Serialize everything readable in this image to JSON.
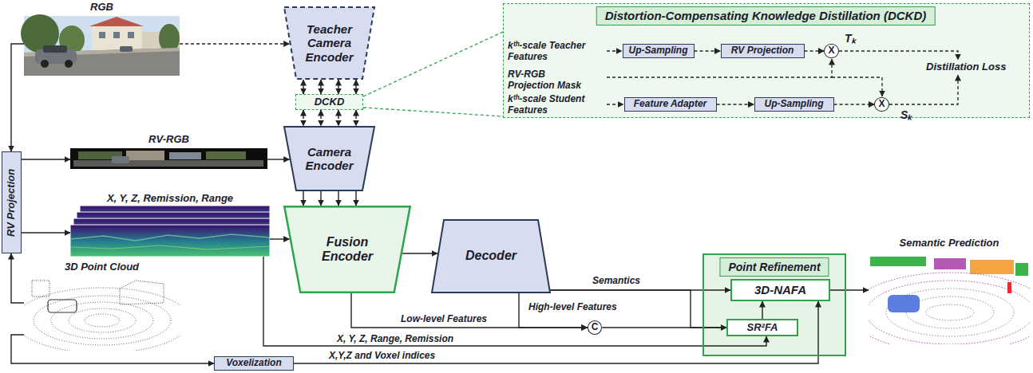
{
  "diagram": {
    "nodes": [
      {
        "text": [
          "RGB"
        ]
      },
      {
        "text": [
          "Teacher Camera Encoder"
        ]
      },
      {
        "text": [
          "Distortion-Compensating Knowledge Distillation (DCKD)"
        ]
      },
      {
        "text": [
          "Up-Sampling"
        ],
        "in": 2
      },
      {
        "text": [
          "RV Projection"
        ],
        "in": 2
      },
      {
        "text": [
          "X"
        ],
        "in": 2
      },
      {
        "text": [
          "Feature Adapter"
        ],
        "in": 2
      },
      {
        "text": [
          "Up-Sampling"
        ],
        "in": 2
      },
      {
        "text": [
          "X"
        ],
        "in": 2
      },
      {
        "text": [
          "DCKD"
        ]
      },
      {
        "text": [
          "RV-RGB"
        ]
      },
      {
        "text": [
          "Camera Encoder"
        ]
      },
      {
        "text": [
          "RV Projection"
        ]
      },
      {
        "text": [
          "X, Y, Z, Remission, Range"
        ]
      },
      {
        "text": [
          "Fusion Encoder"
        ]
      },
      {
        "text": [
          "Decoder"
        ]
      },
      {
        "text": [
          "Point Refinement"
        ]
      },
      {
        "text": [
          "3D-NAFA"
        ],
        "in": 16
      },
      {
        "text": [
          "SR²FA"
        ],
        "in": 16
      },
      {
        "text": [
          "Semantic Prediction"
        ]
      },
      {
        "text": [
          "3D Point Cloud"
        ]
      },
      {
        "text": [
          "C"
        ]
      },
      {
        "text": [
          "Voxelization"
        ]
      }
    ],
    "edges": [
      {
        "from": 0,
        "to": 1,
        "arrow": "to"
      },
      {
        "from": 0,
        "to": 12,
        "arrow": "to"
      },
      {
        "from": 20,
        "to": 12,
        "arrow": "to"
      },
      {
        "from": 12,
        "to": 10,
        "arrow": "to"
      },
      {
        "from": 12,
        "to": 13,
        "arrow": "to"
      },
      {
        "from": 1,
        "to": 9,
        "arrow": "both"
      },
      {
        "from": 9,
        "to": 11,
        "arrow": "both"
      },
      {
        "from": 9,
        "to": 2,
        "arrow": "none"
      },
      {
        "from": 10,
        "to": 11,
        "arrow": "to"
      },
      {
        "from": 11,
        "to": 14,
        "arrow": "to"
      },
      {
        "from": 13,
        "to": 14,
        "arrow": "to"
      },
      {
        "from": 14,
        "to": 15,
        "arrow": "to"
      },
      {
        "from": 15,
        "to": 17,
        "arrow": "to",
        "label": "Semantics"
      },
      {
        "from": 15,
        "to": 18,
        "arrow": "to"
      },
      {
        "from": 15,
        "to": 21,
        "arrow": "to",
        "label": "High-level Features"
      },
      {
        "from": 14,
        "to": 21,
        "arrow": "to",
        "label": "Low-level Features"
      },
      {
        "from": 21,
        "to": 18,
        "arrow": "to"
      },
      {
        "from": 13,
        "to": 18,
        "arrow": "to",
        "label": "X, Y, Z, Range, Remission"
      },
      {
        "from": 18,
        "to": 17,
        "arrow": "to"
      },
      {
        "from": 20,
        "to": 22,
        "arrow": "to"
      },
      {
        "from": 22,
        "to": 17,
        "arrow": "to",
        "label": "X,Y,Z and Voxel indices"
      },
      {
        "from": 17,
        "to": 19,
        "arrow": "to"
      },
      {
        "from": 3,
        "to": 4,
        "arrow": "to"
      },
      {
        "from": 4,
        "to": 5,
        "arrow": "to"
      },
      {
        "from": 6,
        "to": 7,
        "arrow": "to"
      },
      {
        "from": 7,
        "to": 8,
        "arrow": "to"
      }
    ],
    "labels": [
      "kᵗʰ-scale Teacher Features",
      "Tₖ",
      "RV-RGB Projection Mask",
      "Distillation Loss",
      "kᵗʰ-scale Student Features",
      "Sₖ"
    ]
  }
}
